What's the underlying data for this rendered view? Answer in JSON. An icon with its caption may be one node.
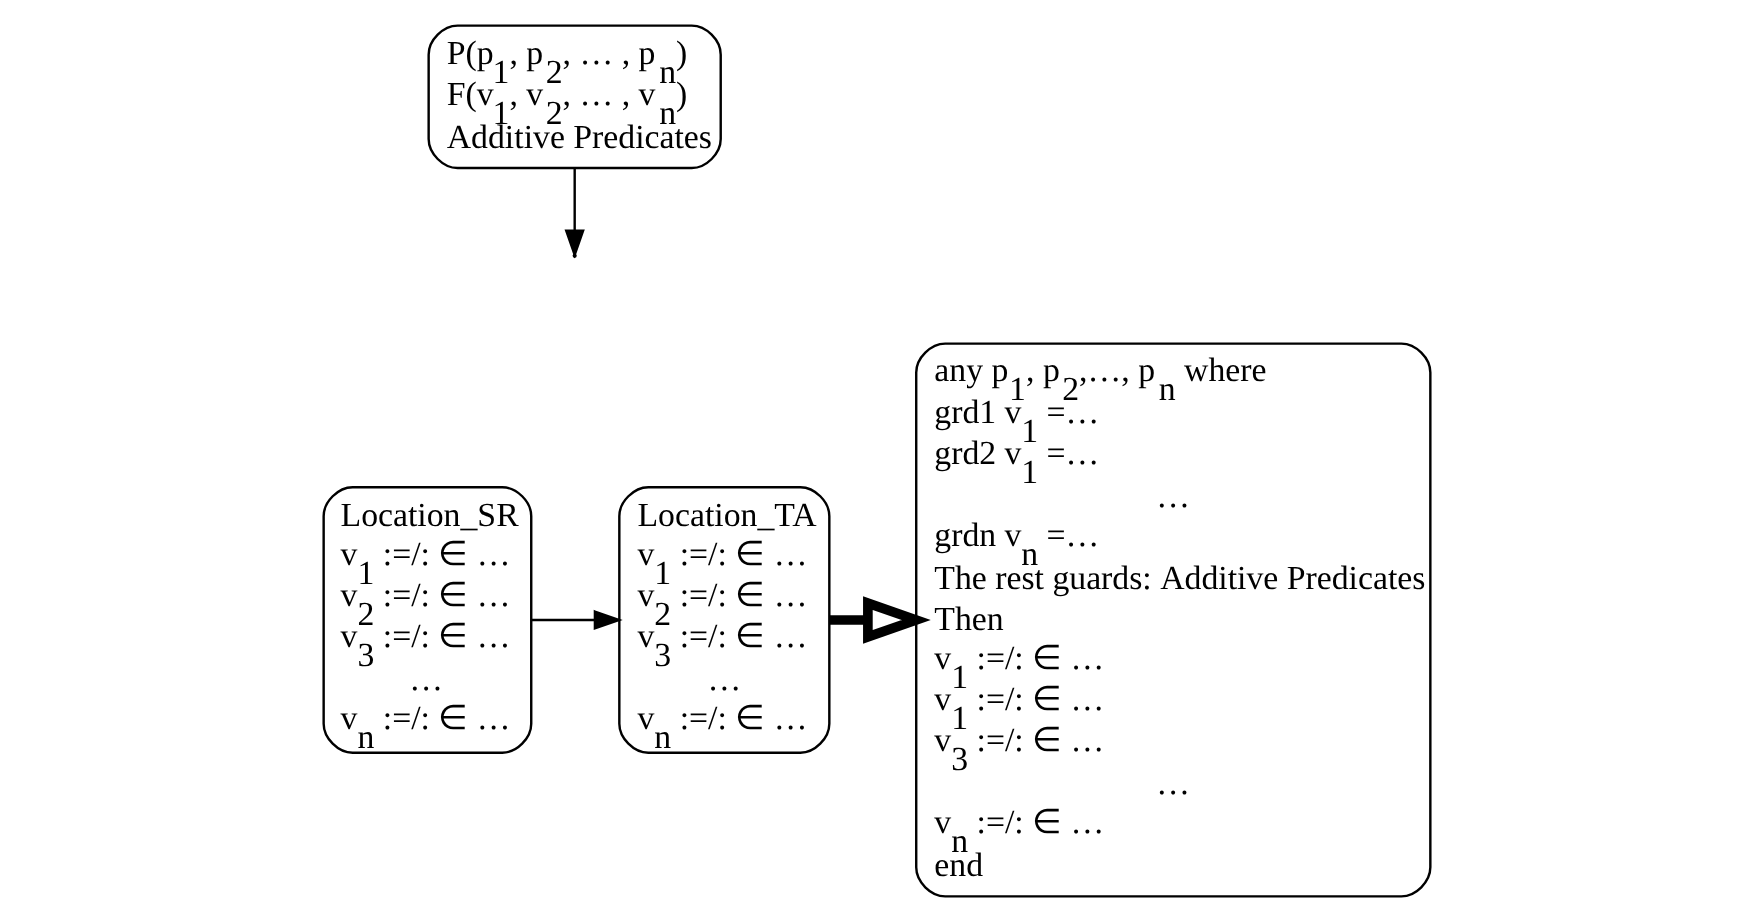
{
  "diagram": {
    "nodes": [
      {
        "text": [
          "P(p$_{1}$, p$_{2}$, … , p$_{n}$)",
          "F(v$_{1}$, v$_{2}$, … , v$_{n}$)",
          "Additive Predicates"
        ]
      },
      {
        "text": [
          "Location_SR",
          "v$_{1}$ :=/: ∈ …",
          "v$_{2}$ :=/: ∈ …",
          "v$_{3}$ :=/: ∈ …",
          "…",
          "v$_{n}$ :=/: ∈ …"
        ]
      },
      {
        "text": [
          "Location_TA",
          "v$_{1}$ :=/: ∈ …",
          "v$_{2}$ :=/: ∈ …",
          "v$_{3}$ :=/: ∈ …",
          "…",
          "v$_{n}$ :=/: ∈ …"
        ]
      },
      {
        "text": [
          "any p$_{1}$, p$_{2}$,…, p$_{n}$ where",
          "grd1 v$_{1}$ =…",
          "grd2 v$_{1}$ =…",
          "…",
          "grdn v$_{n}$ =…",
          "The rest guards: Additive Predicates",
          "Then",
          "v$_{1}$ :=/: ∈ …",
          "v$_{1}$ :=/: ∈ …",
          "v$_{3}$ :=/: ∈ …",
          "…",
          "v$_{n}$ :=/: ∈ …",
          "end"
        ]
      }
    ],
    "edges": [
      {
        "from": 1,
        "to": 2,
        "arrow": "to"
      },
      {
        "from": 0,
        "to": null,
        "arrow": "to"
      },
      {
        "from": 2,
        "to": 3,
        "arrow": "to",
        "style": "thick"
      }
    ]
  }
}
